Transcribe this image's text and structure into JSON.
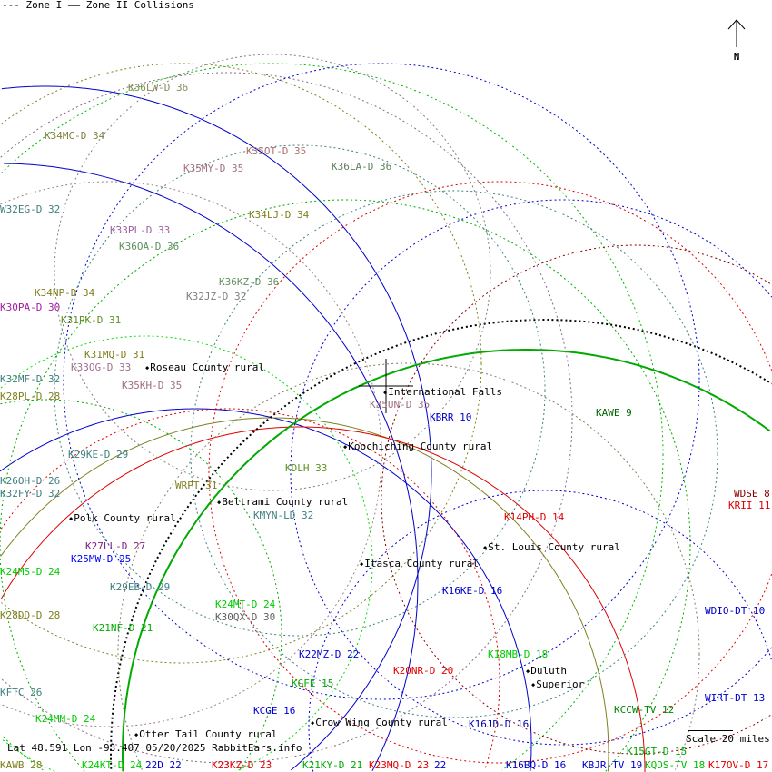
{
  "legend": {
    "zone1": "--- Zone I",
    "zone2": "—— Zone II Collisions"
  },
  "north_label": "N",
  "status_text": "Lat 48.591 Lon -93.407 05/20/2025 RabbitEars.info",
  "scale_text": "Scale 20 miles",
  "colors": {
    "blue": "#0000cc",
    "red": "#e00000",
    "green": "#00bb00",
    "olive": "#808020",
    "teal": "#408080",
    "black": "#000000"
  },
  "stations": [
    "K36LW-D 36",
    "K34MC-D 34",
    "K35OT-D 35",
    "K35MY-D 35",
    "K36LA-D 36",
    "W32EG-D 32",
    "K34LJ-D 34",
    "K33PL-D 33",
    "K36OA-D 36",
    "K32JZ-D 32",
    "K36KZ-D 36",
    "K30PA-D 30",
    "K34NP-D 34",
    "K31PK-D 31",
    "K31MQ-D 31",
    "K33OG-D 33",
    "K32MF-D 32",
    "K35KH-D 35",
    "K28PL-D 28",
    "K35UN-D 35",
    "KBRR 10",
    "KAWE 9",
    "K29KE-D 29",
    "KDLH 33",
    "WRPT 31",
    "K26OH-D 26",
    "K32FY-D 32",
    "KMYN-LD 32",
    "WDSE 8",
    "KRII 11",
    "K14PH-D 14",
    "K27LL-D 27",
    "K25MW-D 25",
    "K24MS-D 24",
    "K29EB-D 29",
    "K16KE-D 16",
    "K24MT-D 24",
    "WDIO-DT 10",
    "K30QX-D 30",
    "K28DD-D 28",
    "K21NF-D 21",
    "K22MZ-D 22",
    "K18MB-D 18",
    "K20NR-D 20",
    "KGFE 15",
    "KFTC 26",
    "WIRT-DT 13",
    "KCCW-TV 12",
    "K24MM-D 24",
    "KCGE 16",
    "K16JD-D 16",
    "KAWB 28",
    "K24KT-D 24",
    "22D 22",
    "K23KZ-D 23",
    "K21KY-D 21",
    "K23MQ-D 23",
    "22",
    "K16BQ-D 16",
    "KBJR-TV 19",
    "KQDS-TV 18",
    "K17OV-D 17",
    "K15GT-D 15"
  ],
  "places": [
    "Roseau County rural",
    "International Falls",
    "Koochiching County rural",
    "Beltrami County rural",
    "Polk County rural",
    "St. Louis County rural",
    "Itasca County rural",
    "Duluth",
    "Superior",
    "Crow Wing County rural",
    "Otter Tail County rural"
  ]
}
